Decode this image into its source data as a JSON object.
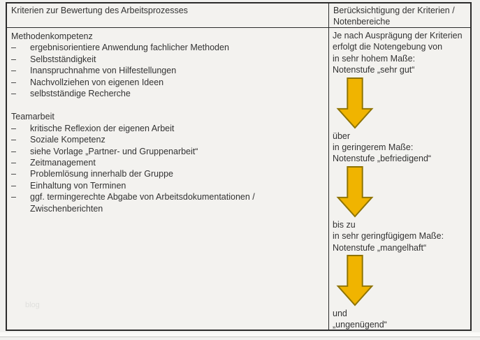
{
  "theme": {
    "page_bg": "#f0f0ee",
    "cell_bg": "#f3f2ef",
    "border": "#2b2b2b",
    "text": "#333333",
    "arrow_fill": "#f0b400",
    "arrow_stroke": "#8e7300",
    "watermark_color": "#e0e0dd"
  },
  "table": {
    "header": {
      "left": "Kriterien zur Bewertung des Arbeitsprozesses",
      "right": "Berücksichtigung der Kriterien / Notenbereiche"
    }
  },
  "criteria": {
    "bullet": "–",
    "sections": [
      {
        "title": "Methodenkompetenz",
        "items": [
          "ergebnisorientiere Anwendung fachlicher Methoden",
          "Selbstständigkeit",
          "Inanspruchnahme von Hilfestellungen",
          "Nachvollziehen von eigenen Ideen",
          "selbstständige Recherche"
        ]
      },
      {
        "title": "Teamarbeit",
        "items": [
          "kritische Reflexion der eigenen Arbeit",
          "Soziale Kompetenz",
          "siehe Vorlage „Partner- und Gruppenarbeit“",
          "Zeitmanagement",
          "Problemlösung innerhalb der Gruppe",
          "Einhaltung von Terminen",
          "ggf. termingerechte Abgabe von Arbeitsdokumentationen / Zwischenberichten"
        ]
      }
    ]
  },
  "grading": {
    "intro": [
      "Je nach Ausprägung der Kriterien",
      "erfolgt die Notengebung von",
      "in sehr hohem Maße:",
      "Notenstufe „sehr gut“"
    ],
    "blocks": [
      {
        "lines": [
          "über",
          "in geringerem Maße:",
          "Notenstufe „befriedigend“"
        ]
      },
      {
        "lines": [
          "bis zu",
          "in sehr geringfügigem Maße:",
          "Notenstufe „mangelhaft“"
        ]
      },
      {
        "lines": [
          "und",
          "„ungenügend“"
        ]
      }
    ]
  },
  "watermark": "blog"
}
